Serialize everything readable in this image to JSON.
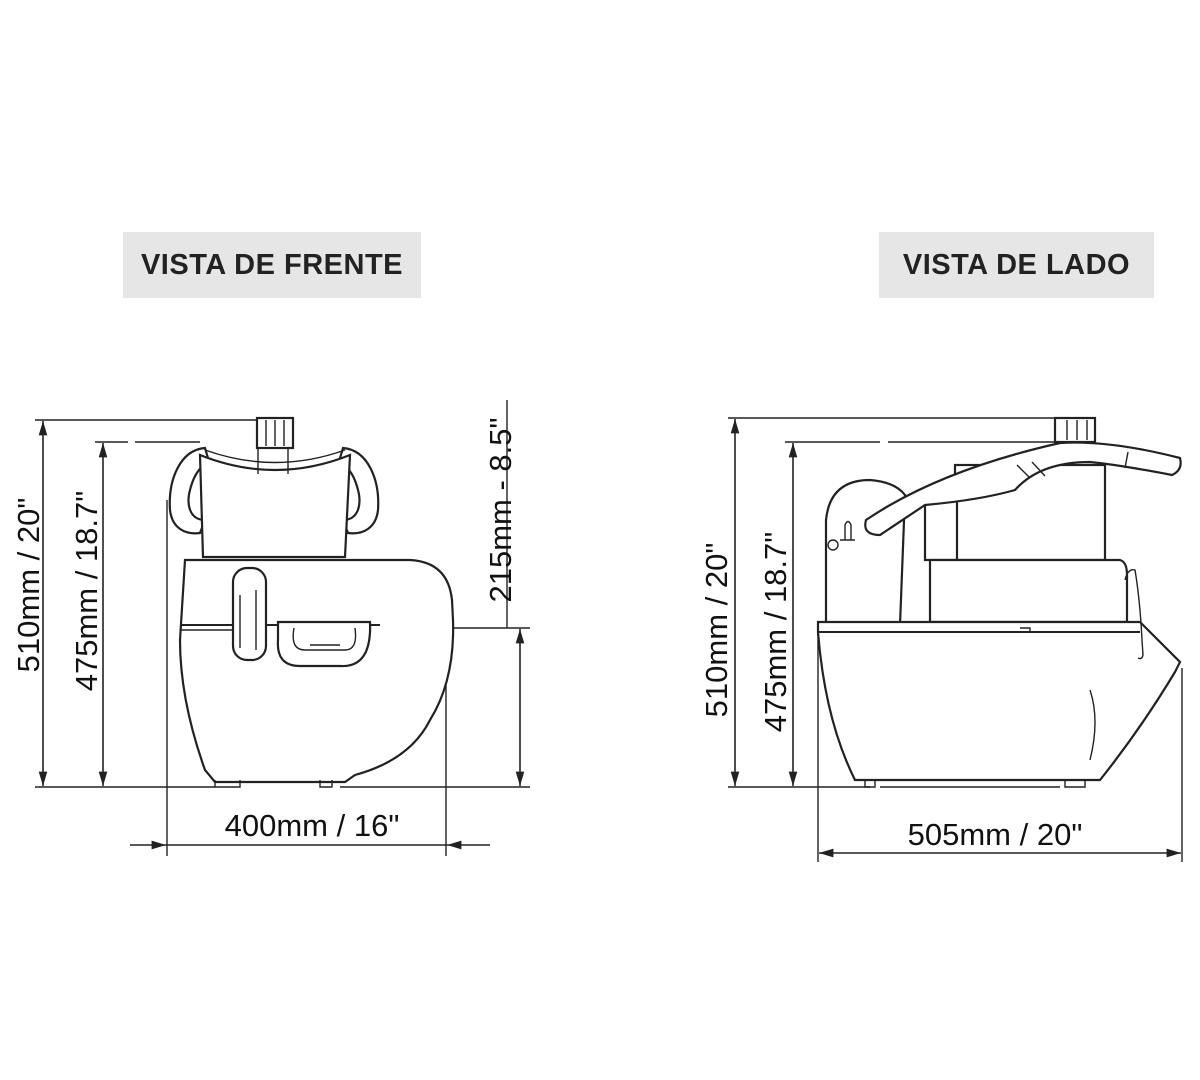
{
  "front_view": {
    "title": "VISTA DE FRENTE",
    "total_height": "510mm / 20\"",
    "body_height": "475mm / 18.7\"",
    "chute_height": "215mm - 8.5\"",
    "width": "400mm / 16\""
  },
  "side_view": {
    "title": "VISTA DE LADO",
    "total_height": "510mm / 20\"",
    "body_height": "475mm / 18.7\"",
    "depth": "505mm / 20\""
  }
}
